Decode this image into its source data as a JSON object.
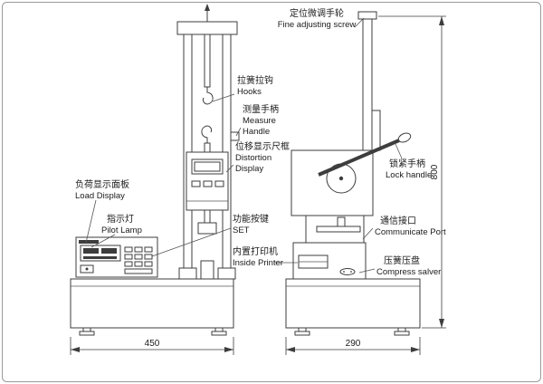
{
  "labels": {
    "fine_adjust": {
      "cn": "定位微调手轮",
      "en": "Fine adjusting screw"
    },
    "hooks": {
      "cn": "拉簧拉钩",
      "en": "Hooks"
    },
    "measure_handle": {
      "cn": "测量手柄",
      "en_line1": "Measure",
      "en_line2": "Handle"
    },
    "distortion_display": {
      "cn": "位移显示尺框",
      "en_line1": "Distortion",
      "en_line2": "Display"
    },
    "load_display": {
      "cn": "负荷显示面板",
      "en": "Load Display"
    },
    "pilot_lamp": {
      "cn": "指示灯",
      "en": "Pilot Lamp"
    },
    "set_key": {
      "cn": "功能按键",
      "en": "SET"
    },
    "inside_printer": {
      "cn": "内置打印机",
      "en": "Inside Printer"
    },
    "lock_handle": {
      "cn": "锁紧手柄",
      "en": "Lock handle"
    },
    "communicate_port": {
      "cn": "通信接口",
      "en": "Communicate Port"
    },
    "compress_salver": {
      "cn": "压簧压盘",
      "en": "Compress salver"
    }
  },
  "dimensions": {
    "front_base_width": "450",
    "side_base_width": "290",
    "machine_height": "800"
  },
  "colors": {
    "line": "#3d3d3d",
    "background": "#ffffff"
  }
}
